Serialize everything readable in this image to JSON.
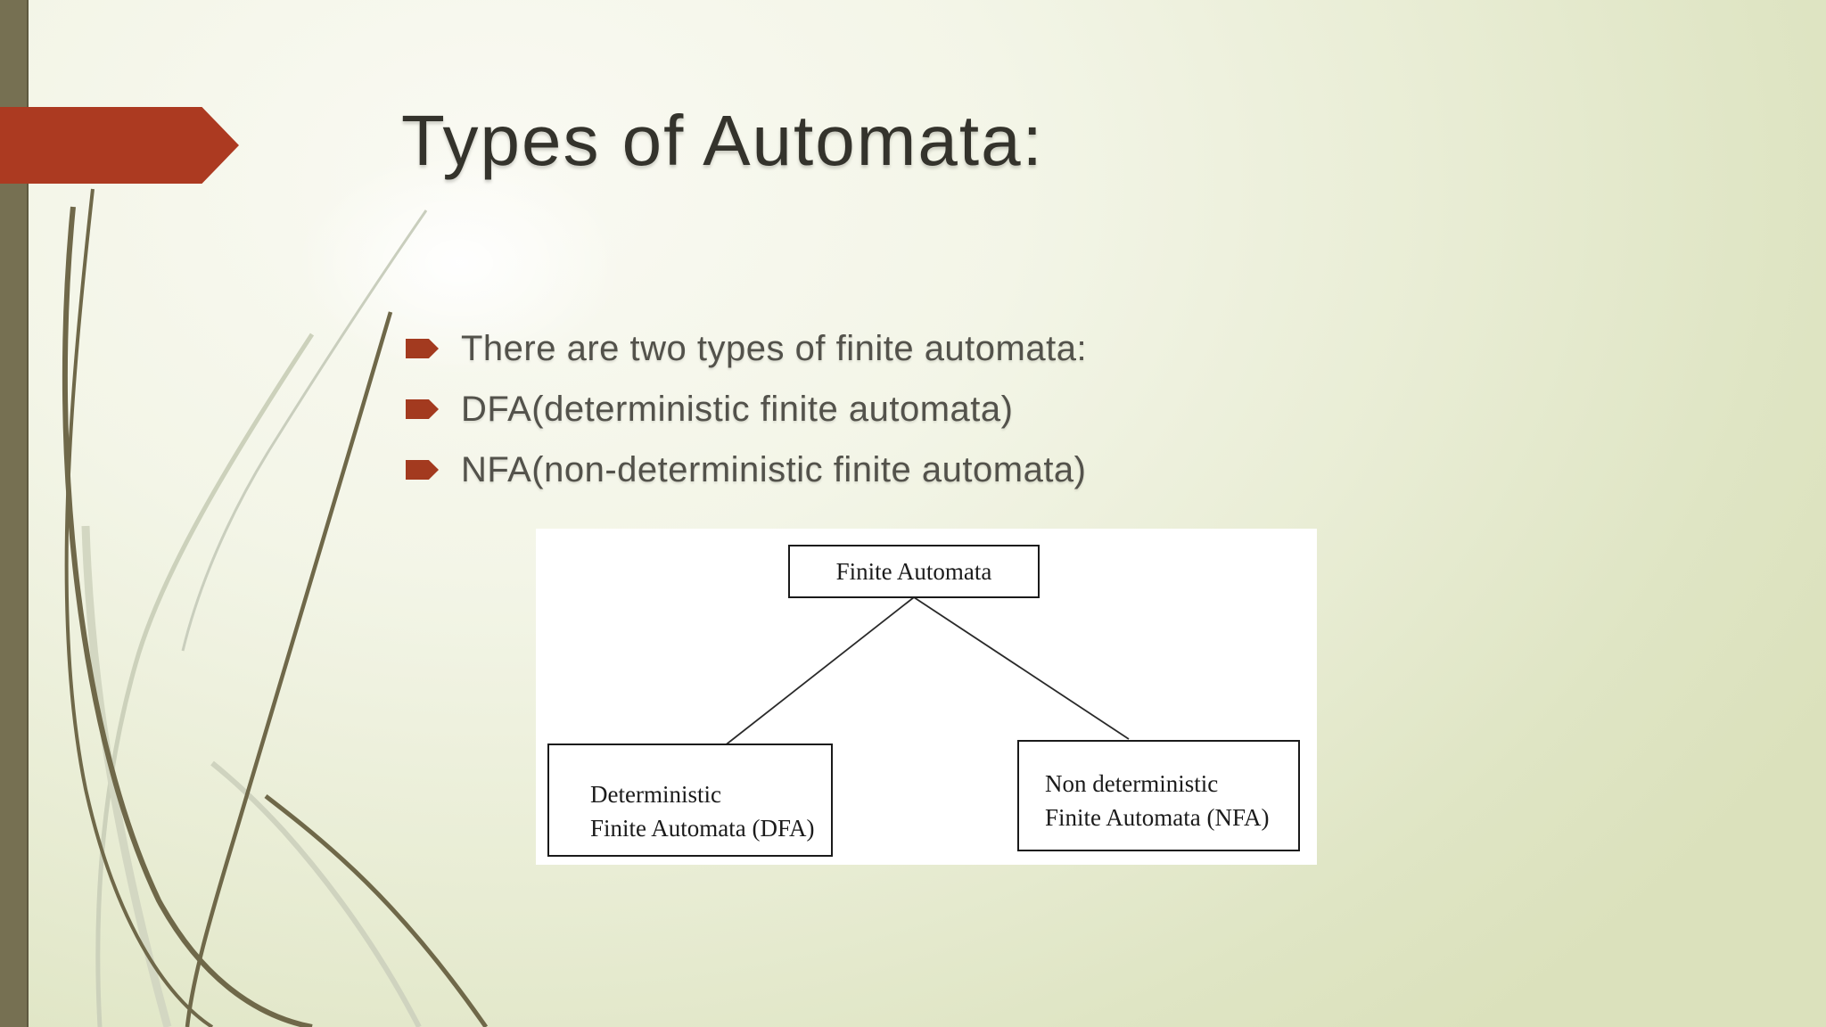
{
  "slide": {
    "title": "Types of Automata:",
    "bullets": [
      "There are two types of finite automata:",
      "DFA(deterministic finite automata)",
      "NFA(non-deterministic finite automata)"
    ],
    "diagram": {
      "root_label": "Finite Automata",
      "dfa_line1": "Deterministic",
      "dfa_line2": "Finite Automata (DFA)",
      "nfa_line1": "Non deterministic",
      "nfa_line2": "Finite Automata (NFA)"
    },
    "colors": {
      "accent_red": "#AC3A21",
      "bullet_red": "#A33A1F",
      "olive_bar": "#767052",
      "wisp_dark": "#6F6849",
      "background_green": "#DBE1BC",
      "title_text": "#34332C",
      "body_text": "#53524B",
      "diagram_text": "#1B1B1B"
    }
  }
}
